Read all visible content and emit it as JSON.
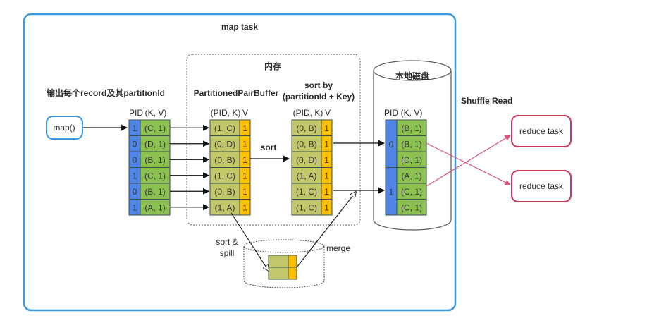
{
  "map_task": {
    "title": "map task"
  },
  "memory": {
    "title": "内存"
  },
  "output_label": "输出每个record及其partitionId",
  "map_fn": {
    "label": "map()"
  },
  "input_table": {
    "header_pid": "PID",
    "header_kv": "(K, V)",
    "rows": [
      {
        "pid": "1",
        "kv": "(C, 1)"
      },
      {
        "pid": "0",
        "kv": "(D, 1)"
      },
      {
        "pid": "0",
        "kv": "(B, 1)"
      },
      {
        "pid": "1",
        "kv": "(C, 1)"
      },
      {
        "pid": "0",
        "kv": "(B, 1)"
      },
      {
        "pid": "1",
        "kv": "(A, 1)"
      }
    ]
  },
  "buffer_table": {
    "title": "PartitionedPairBuffer",
    "header_key": "(PID, K)",
    "header_v": "V",
    "rows": [
      {
        "key": "(1, C)",
        "v": "1"
      },
      {
        "key": "(0, D)",
        "v": "1"
      },
      {
        "key": "(0, B)",
        "v": "1"
      },
      {
        "key": "(1, C)",
        "v": "1"
      },
      {
        "key": "(0, B)",
        "v": "1"
      },
      {
        "key": "(1, A)",
        "v": "1"
      }
    ]
  },
  "sort_label": "sort",
  "sorted_table": {
    "title_line1": "sort by",
    "title_line2": "(partitionId + Key)",
    "header_key": "(PID, K)",
    "header_v": "V",
    "rows": [
      {
        "key": "(0, B)",
        "v": "1"
      },
      {
        "key": "(0, B)",
        "v": "1"
      },
      {
        "key": "(0, D)",
        "v": "1"
      },
      {
        "key": "(1, A)",
        "v": "1"
      },
      {
        "key": "(1, C)",
        "v": "1"
      },
      {
        "key": "(1, C)",
        "v": "1"
      }
    ]
  },
  "local_disk": {
    "title": "本地磁盘",
    "header_pid": "PID",
    "header_kv": "(K, V)",
    "partitions": [
      {
        "pid": "0",
        "rows": [
          "(B, 1)",
          "(B, 1)",
          "(D, 1)"
        ]
      },
      {
        "pid": "1",
        "rows": [
          "(A, 1)",
          "(C, 1)",
          "(C, 1)"
        ]
      }
    ]
  },
  "spill": {
    "sort_spill_line1": "sort &",
    "sort_spill_line2": "spill",
    "merge_label": "merge"
  },
  "shuffle_read": {
    "label": "Shuffle Read"
  },
  "reduce_tasks": [
    {
      "label": "reduce task"
    },
    {
      "label": "reduce task"
    }
  ],
  "colors": {
    "map_task_border": "#3b9ae1",
    "pid_blue": "#4f86e8",
    "kv_green": "#8cc152",
    "key_olive": "#c2c769",
    "value_yellow": "#ffc000",
    "reduce_border": "#c8395a",
    "shuffle_arrow": "#d6557a"
  }
}
